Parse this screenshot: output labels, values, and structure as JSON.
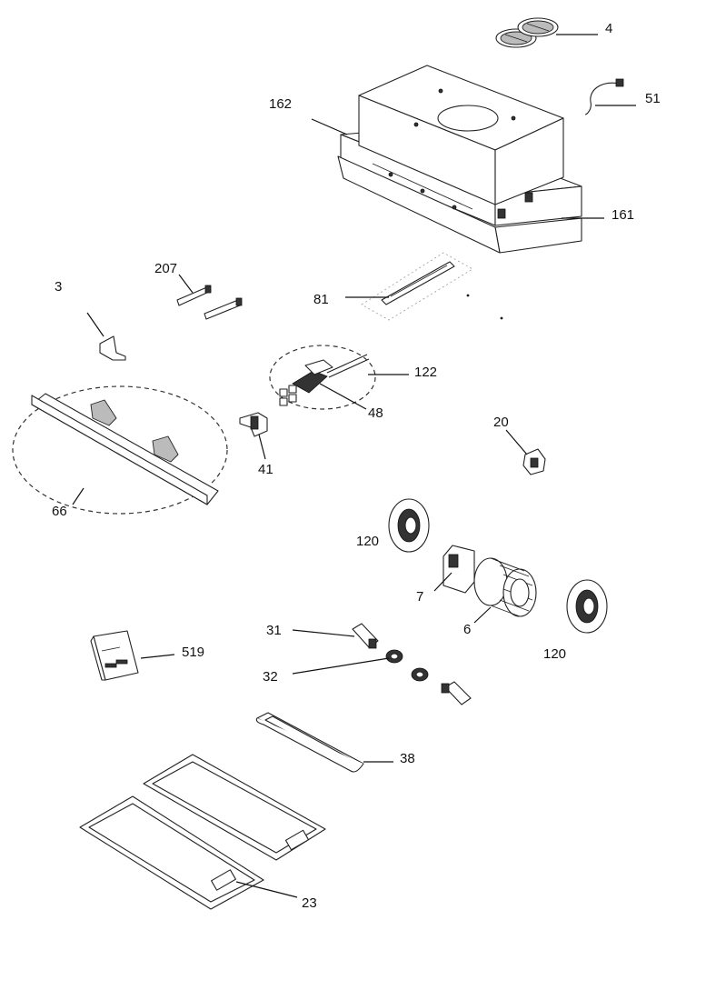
{
  "parts": [
    {
      "id": "p4",
      "label": "4"
    },
    {
      "id": "p162",
      "label": "162"
    },
    {
      "id": "p51",
      "label": "51"
    },
    {
      "id": "p161",
      "label": "161"
    },
    {
      "id": "p207",
      "label": "207"
    },
    {
      "id": "p3",
      "label": "3"
    },
    {
      "id": "p81",
      "label": "81"
    },
    {
      "id": "p122",
      "label": "122"
    },
    {
      "id": "p48",
      "label": "48"
    },
    {
      "id": "p20",
      "label": "20"
    },
    {
      "id": "p41",
      "label": "41"
    },
    {
      "id": "p66",
      "label": "66"
    },
    {
      "id": "p120a",
      "label": "120"
    },
    {
      "id": "p7",
      "label": "7"
    },
    {
      "id": "p6",
      "label": "6"
    },
    {
      "id": "p120b",
      "label": "120"
    },
    {
      "id": "p31",
      "label": "31"
    },
    {
      "id": "p519",
      "label": "519"
    },
    {
      "id": "p32",
      "label": "32"
    },
    {
      "id": "p38",
      "label": "38"
    },
    {
      "id": "p23",
      "label": "23"
    }
  ]
}
